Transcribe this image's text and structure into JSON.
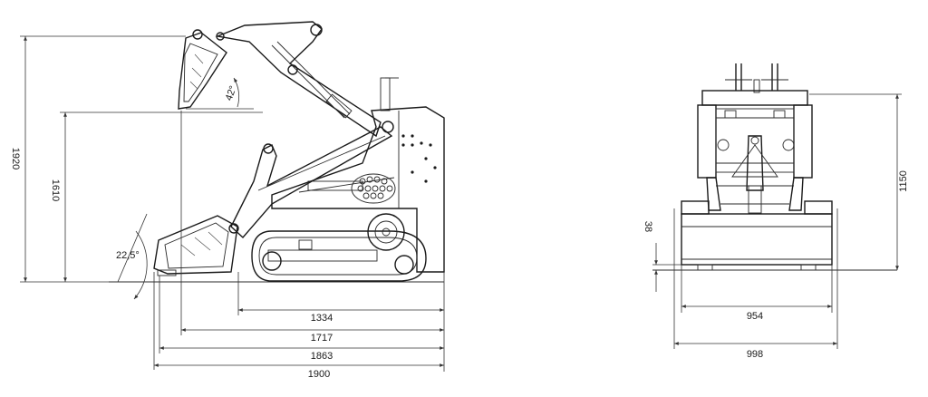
{
  "side_view": {
    "dims": {
      "height_1920": "1920",
      "height_1610": "1610",
      "angle_42": "42°",
      "angle_22_5": "22,5°",
      "len_1334": "1334",
      "len_1717": "1717",
      "len_1863": "1863",
      "len_1900": "1900"
    }
  },
  "front_view": {
    "dims": {
      "height_1150": "1150",
      "clear_38": "38",
      "width_954": "954",
      "width_998": "998"
    }
  }
}
